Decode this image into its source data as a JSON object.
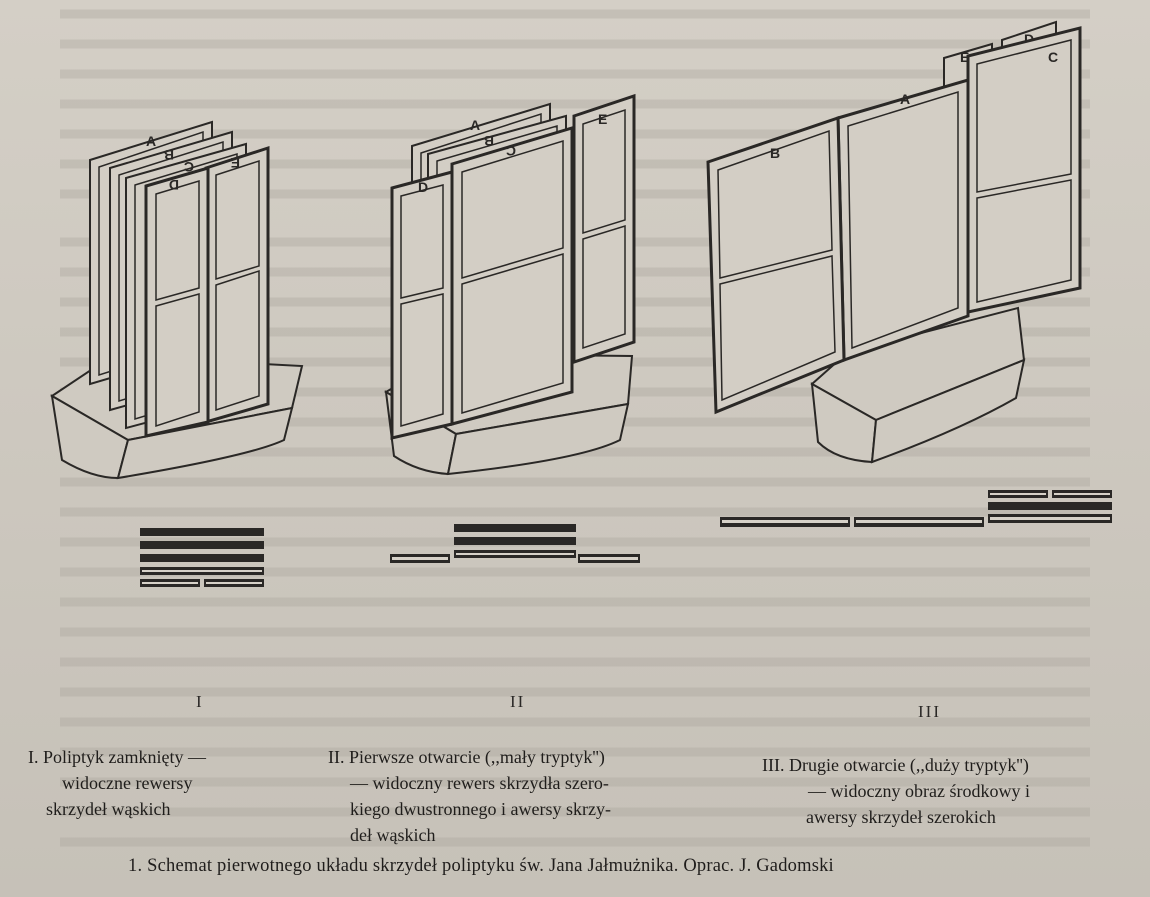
{
  "figure": {
    "panels": [
      {
        "numeral": "I",
        "caption_lines": [
          "I. Poliptyk zamknięty —",
          "widoczne rewersy",
          "skrzydeł wąskich"
        ],
        "wing_letters": [
          "A",
          "B",
          "C",
          "D",
          "E"
        ]
      },
      {
        "numeral": "II",
        "caption_lines": [
          "II. Pierwsze otwarcie (,,mały tryptyk'')",
          "— widoczny rewers skrzydła szero-",
          "kiego dwustronnego i awersy skrzy-",
          "deł wąskich"
        ],
        "wing_letters": [
          "A",
          "B",
          "C",
          "D",
          "E"
        ]
      },
      {
        "numeral": "III",
        "caption_lines": [
          "III. Drugie otwarcie (,,duży tryptyk'')",
          "— widoczny obraz środkowy i",
          "awersy skrzydeł szerokich"
        ],
        "wing_letters": [
          "A",
          "B",
          "C",
          "D",
          "E"
        ]
      }
    ],
    "caption": "1. Schemat pierwotnego układu skrzydeł poliptyku św. Jana Jałmużnika. Oprac. J. Gadomski"
  },
  "colors": {
    "paper": "#cdc8bf",
    "ink": "#2a2826",
    "panel_fill": "#d3cec5"
  }
}
